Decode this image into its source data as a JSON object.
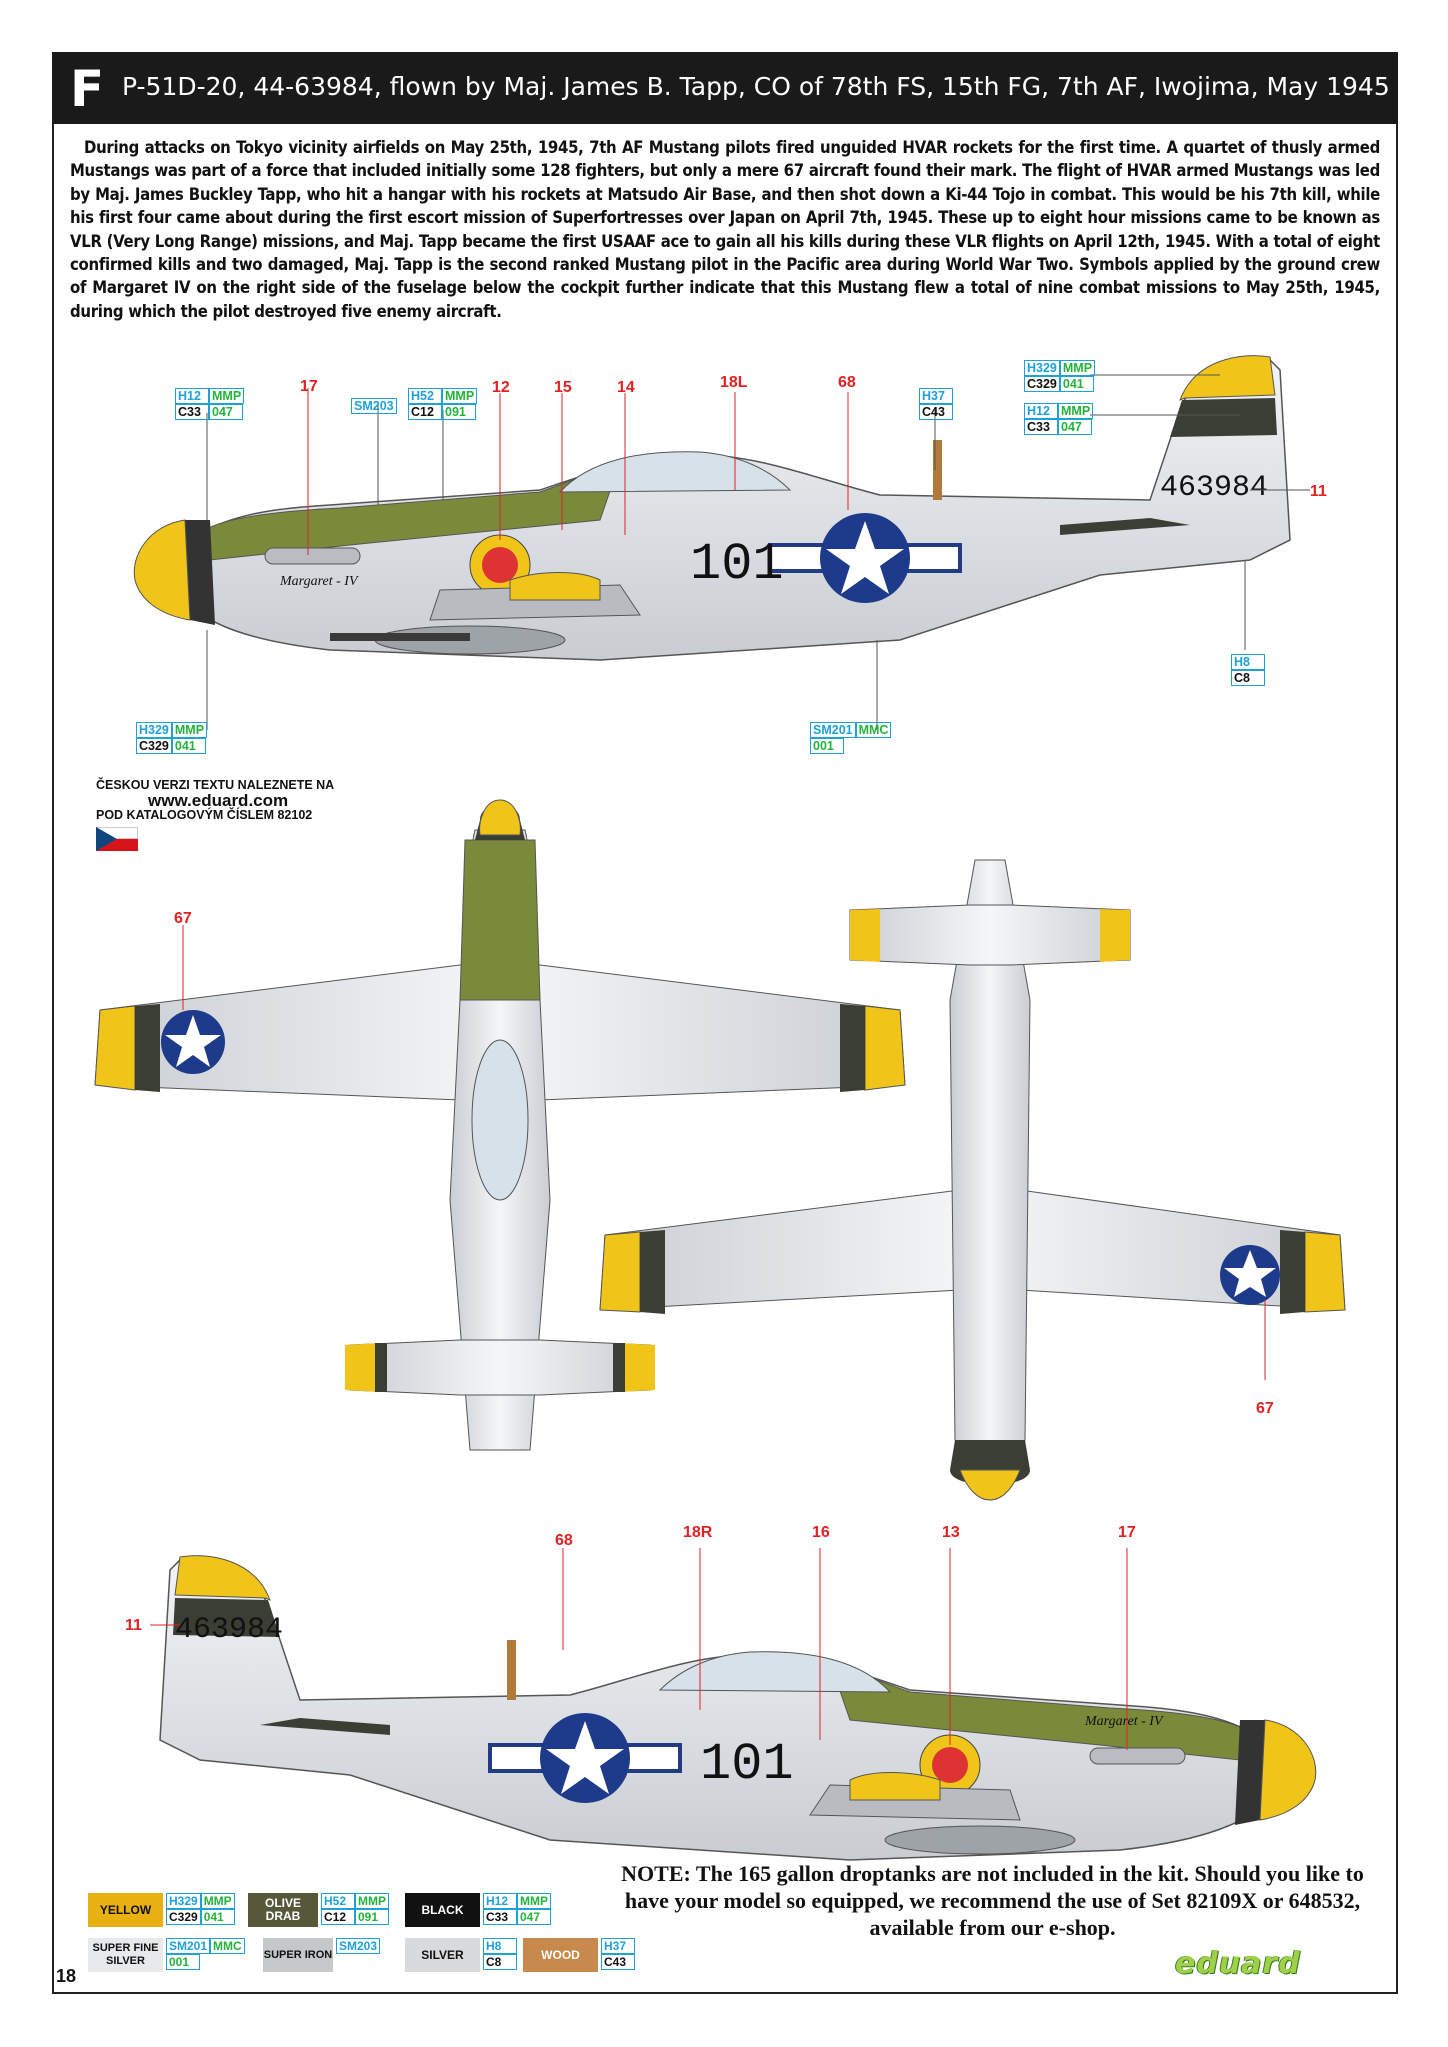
{
  "header": {
    "letter": "F",
    "title": "P-51D-20, 44-63984, flown by Maj. James B. Tapp, CO of 78th FS, 15th FG, 7th AF, Iwojima, May 1945"
  },
  "intro": "During attacks on Tokyo vicinity airfields on May 25th, 1945, 7th AF Mustang pilots fired unguided HVAR rockets for the first time. A quartet of thusly armed Mustangs was part of a force that included initially some 128 fighters, but only a mere 67 aircraft found their mark. The flight of HVAR armed Mustangs was led by Maj. James Buckley Tapp, who hit a hangar with his rockets at Matsudo Air Base, and then shot down a Ki-44 Tojo in combat. This would be his 7th kill, while his first four came about during the first escort mission of Superfortresses over Japan on April 7th, 1945. These up to eight hour missions came to be known as VLR (Very Long Range) missions, and Maj. Tapp became the first USAAF ace to gain all his kills during these VLR flights on April 12th, 1945. With a total of eight confirmed kills and two damaged, Maj. Tapp is the second ranked Mustang pilot in the Pacific area during World War Two. Symbols applied by the ground crew of Margaret IV on the right side of the fuselage below the cockpit further indicate that this Mustang flew a total of nine combat missions to May 25th, 1945, during which the pilot destroyed five enemy aircraft.",
  "czech": {
    "line1": "ČESKOU VERZI TEXTU NALEZNETE NA",
    "line2": "www.eduard.com",
    "line3": "POD KATALOGOVÝM ČÍSLEM 82102"
  },
  "markings": {
    "serial": "463984",
    "buzz": "101",
    "name": "Margaret - IV"
  },
  "callouts_top": [
    {
      "a": "H12",
      "b": "MMP",
      "c": "C33",
      "d": "047"
    },
    {
      "a": "SM203",
      "b": "",
      "c": "",
      "d": ""
    },
    {
      "a": "H52",
      "b": "MMP",
      "c": "C12",
      "d": "091"
    },
    {
      "a": "H37",
      "b": "",
      "c": "C43",
      "d": ""
    },
    {
      "a": "H329",
      "b": "MMP",
      "c": "C329",
      "d": "041"
    },
    {
      "a": "H12",
      "b": "MMP",
      "c": "C33",
      "d": "047"
    },
    {
      "a": "H8",
      "b": "",
      "c": "C8",
      "d": ""
    },
    {
      "a": "H329",
      "b": "MMP",
      "c": "C329",
      "d": "041"
    },
    {
      "a": "SM201",
      "b": "MMC",
      "c": "",
      "d": "001"
    }
  ],
  "numbers_top": [
    "17",
    "12",
    "15",
    "14",
    "18L",
    "68",
    "11"
  ],
  "numbers_mid": [
    "67",
    "67"
  ],
  "numbers_bottom": [
    "68",
    "18R",
    "16",
    "13",
    "17",
    "11"
  ],
  "legend": [
    {
      "name": "YELLOW",
      "color": "#e8b010",
      "text": "#111",
      "codes": [
        "H329",
        "MMP",
        "C329",
        "041"
      ]
    },
    {
      "name": "OLIVE DRAB",
      "color": "#56583a",
      "text": "#fff",
      "codes": [
        "H52",
        "MMP",
        "C12",
        "091"
      ]
    },
    {
      "name": "BLACK",
      "color": "#111111",
      "text": "#fff",
      "codes": [
        "H12",
        "MMP",
        "C33",
        "047"
      ]
    },
    {
      "name": "SUPER FINE SILVER",
      "color": "#e7e9ea",
      "text": "#111",
      "codes": [
        "SM201",
        "MMC",
        "",
        "001"
      ]
    },
    {
      "name": "SUPER IRON",
      "color": "#c5c7c9",
      "text": "#111",
      "codes": [
        "SM203",
        "",
        "",
        ""
      ]
    },
    {
      "name": "SILVER",
      "color": "#d9dadb",
      "text": "#111",
      "codes": [
        "H8",
        "",
        "C8",
        ""
      ]
    },
    {
      "name": "WOOD",
      "color": "#c78a4c",
      "text": "#fff",
      "codes": [
        "H37",
        "",
        "C43",
        ""
      ]
    }
  ],
  "note": "NOTE: The 165 gallon droptanks are not included in the kit. Should you like to have your model so equipped, we recommend the use of Set 82109X or 648532, available from our e-shop.",
  "page_number": "18",
  "logo": "eduard"
}
